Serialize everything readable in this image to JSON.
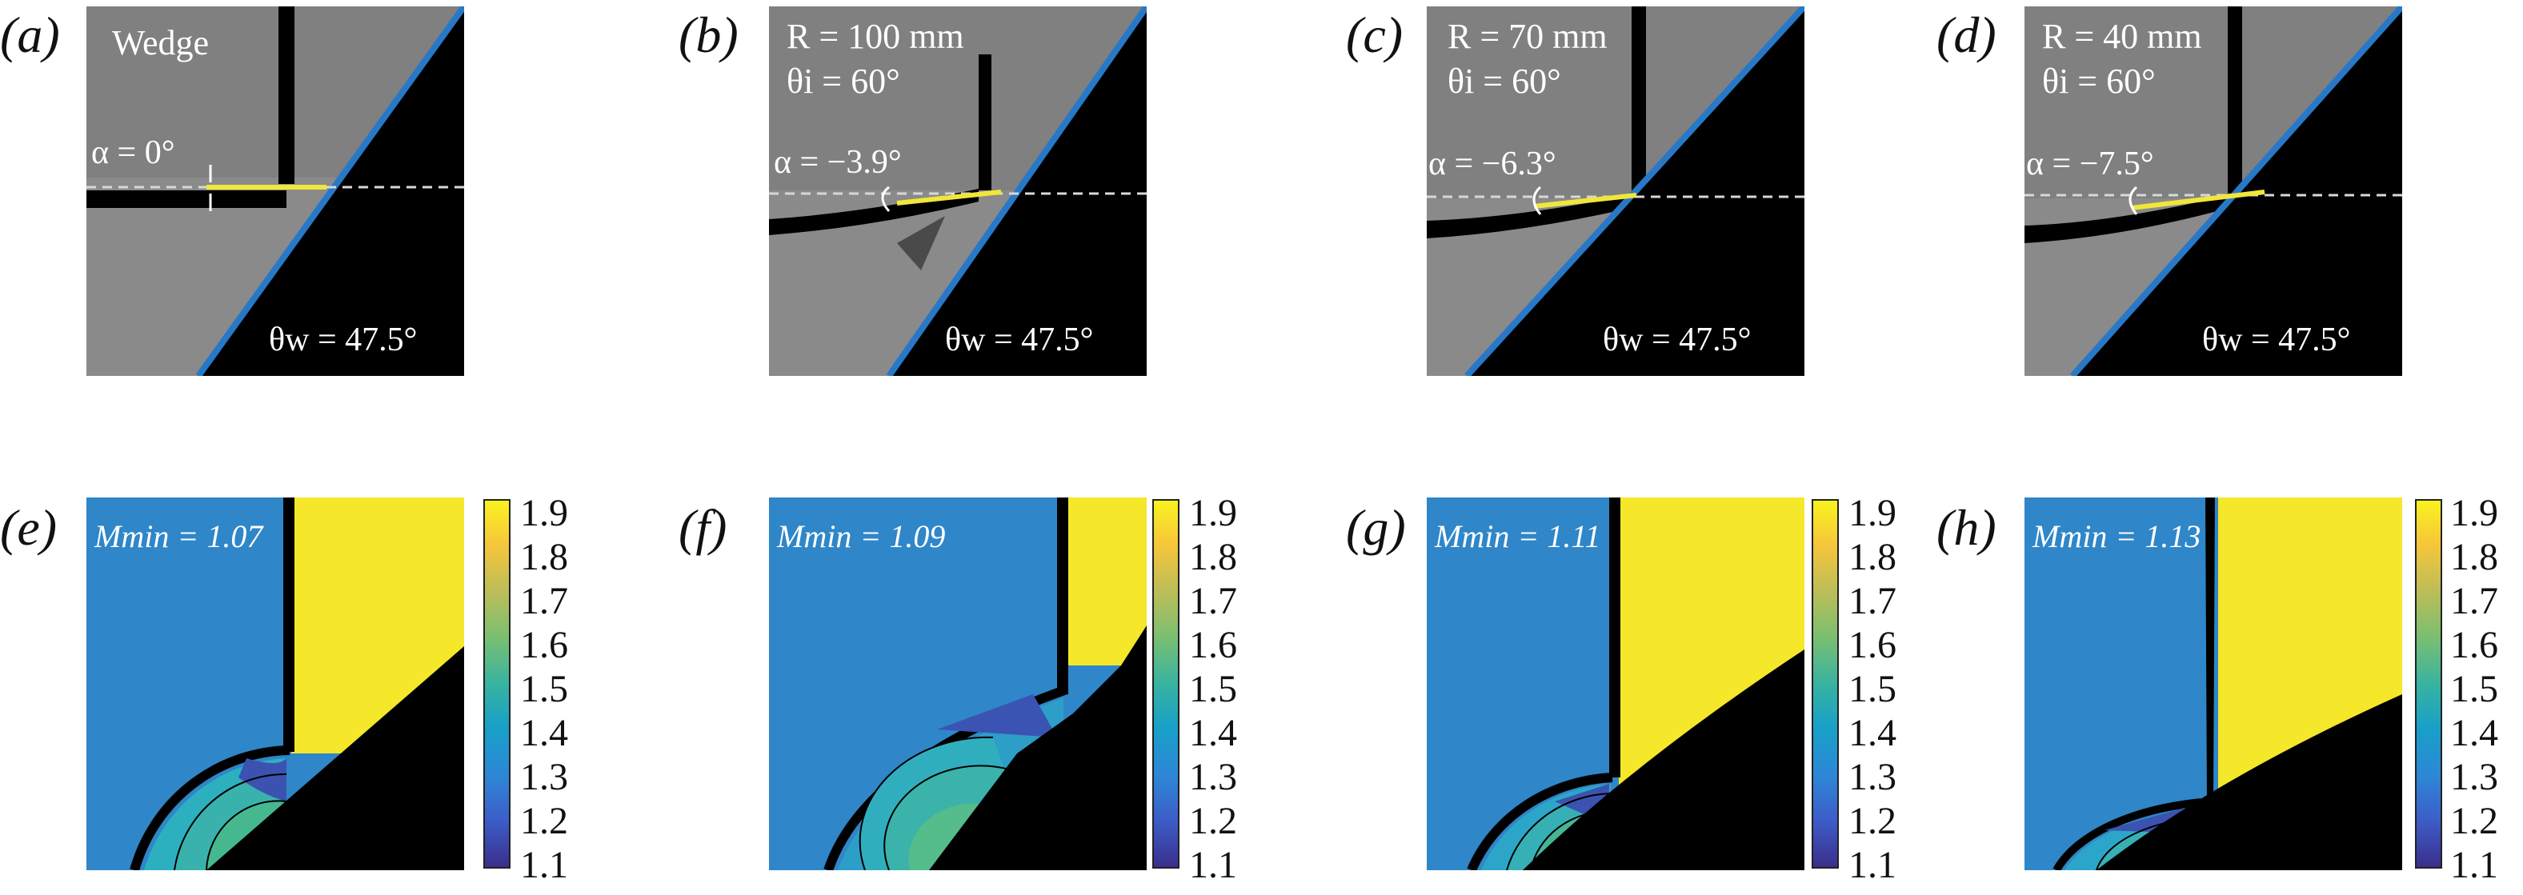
{
  "colors": {
    "schlieren_gray": "#808080",
    "wedge_blue": "#2878c8",
    "highlight_yellow": "#f2e63a",
    "mach_blue": "#2f86c8",
    "mach_yellow": "#f5e72a",
    "black": "#000000"
  },
  "top_panels": [
    {
      "label": "(a)",
      "title": "Wedge",
      "r": "",
      "theta_i": "",
      "alpha": "α = 0°",
      "theta_w": "θw = 47.5°"
    },
    {
      "label": "(b)",
      "title": "",
      "r": "R = 100 mm",
      "theta_i": "θi = 60°",
      "alpha": "α = −3.9°",
      "theta_w": "θw = 47.5°"
    },
    {
      "label": "(c)",
      "title": "",
      "r": "R = 70 mm",
      "theta_i": "θi = 60°",
      "alpha": "α = −6.3°",
      "theta_w": "θw = 47.5°"
    },
    {
      "label": "(d)",
      "title": "",
      "r": "R = 40 mm",
      "theta_i": "θi = 60°",
      "alpha": "α = −7.5°",
      "theta_w": "θw = 47.5°"
    }
  ],
  "bottom_panels": [
    {
      "label": "(e)",
      "mmin": "Mmin = 1.07"
    },
    {
      "label": "(f)",
      "mmin": "Mmin = 1.09"
    },
    {
      "label": "(g)",
      "mmin": "Mmin = 1.11"
    },
    {
      "label": "(h)",
      "mmin": "Mmin = 1.13"
    }
  ],
  "colorbar_ticks": [
    "1.9",
    "1.8",
    "1.7",
    "1.6",
    "1.5",
    "1.4",
    "1.3",
    "1.2",
    "1.1"
  ]
}
